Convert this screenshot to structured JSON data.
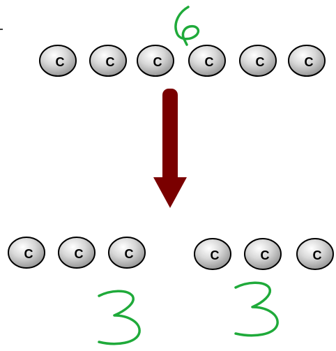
{
  "atom_symbol": "C",
  "top_chain": {
    "atoms": [
      "C",
      "C",
      "C",
      "C",
      "C",
      "C"
    ],
    "count_annotation": "6"
  },
  "bottom_left_chain": {
    "atoms": [
      "C",
      "C",
      "C"
    ],
    "count_annotation": "3"
  },
  "bottom_right_chain": {
    "atoms": [
      "C",
      "C",
      "C"
    ],
    "count_annotation": "3"
  },
  "colors": {
    "arrow": "#7a0000",
    "annotation": "#1faa3a",
    "atom_fill_light": "#f2f2f2",
    "atom_fill_dark": "#9a9a9a",
    "atom_outline": "#000000"
  }
}
